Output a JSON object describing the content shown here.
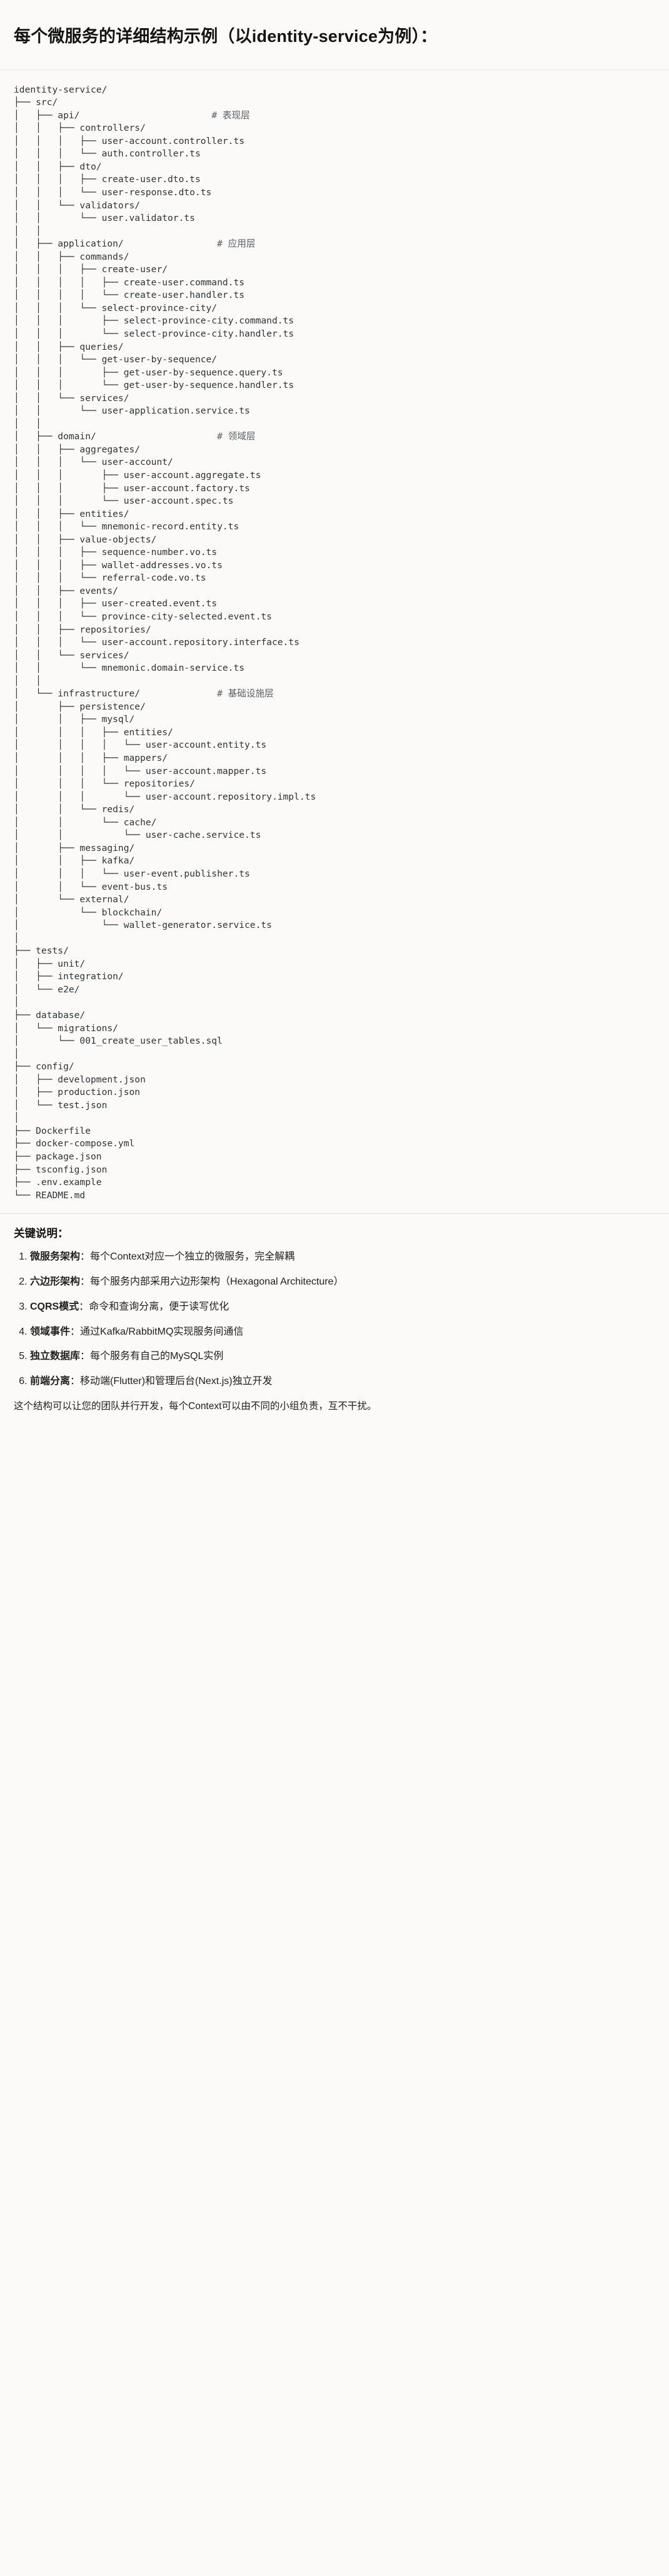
{
  "header": {
    "title": "每个微服务的详细结构示例（以identity-service为例）："
  },
  "tree": {
    "root": "identity-service/",
    "lines": [
      "identity-service/",
      "├── src/",
      "│   ├── api/                        # 表现层",
      "│   │   ├── controllers/",
      "│   │   │   ├── user-account.controller.ts",
      "│   │   │   └── auth.controller.ts",
      "│   │   ├── dto/",
      "│   │   │   ├── create-user.dto.ts",
      "│   │   │   └── user-response.dto.ts",
      "│   │   └── validators/",
      "│   │       └── user.validator.ts",
      "│   │",
      "│   ├── application/                 # 应用层",
      "│   │   ├── commands/",
      "│   │   │   ├── create-user/",
      "│   │   │   │   ├── create-user.command.ts",
      "│   │   │   │   └── create-user.handler.ts",
      "│   │   │   └── select-province-city/",
      "│   │   │       ├── select-province-city.command.ts",
      "│   │   │       └── select-province-city.handler.ts",
      "│   │   ├── queries/",
      "│   │   │   └── get-user-by-sequence/",
      "│   │   │       ├── get-user-by-sequence.query.ts",
      "│   │   │       └── get-user-by-sequence.handler.ts",
      "│   │   └── services/",
      "│   │       └── user-application.service.ts",
      "│   │",
      "│   ├── domain/                      # 领域层",
      "│   │   ├── aggregates/",
      "│   │   │   └── user-account/",
      "│   │   │       ├── user-account.aggregate.ts",
      "│   │   │       ├── user-account.factory.ts",
      "│   │   │       └── user-account.spec.ts",
      "│   │   ├── entities/",
      "│   │   │   └── mnemonic-record.entity.ts",
      "│   │   ├── value-objects/",
      "│   │   │   ├── sequence-number.vo.ts",
      "│   │   │   ├── wallet-addresses.vo.ts",
      "│   │   │   └── referral-code.vo.ts",
      "│   │   ├── events/",
      "│   │   │   ├── user-created.event.ts",
      "│   │   │   └── province-city-selected.event.ts",
      "│   │   ├── repositories/",
      "│   │   │   └── user-account.repository.interface.ts",
      "│   │   └── services/",
      "│   │       └── mnemonic.domain-service.ts",
      "│   │",
      "│   └── infrastructure/              # 基础设施层",
      "│       ├── persistence/",
      "│       │   ├── mysql/",
      "│       │   │   ├── entities/",
      "│       │   │   │   └── user-account.entity.ts",
      "│       │   │   ├── mappers/",
      "│       │   │   │   └── user-account.mapper.ts",
      "│       │   │   └── repositories/",
      "│       │   │       └── user-account.repository.impl.ts",
      "│       │   └── redis/",
      "│       │       └── cache/",
      "│       │           └── user-cache.service.ts",
      "│       ├── messaging/",
      "│       │   ├── kafka/",
      "│       │   │   └── user-event.publisher.ts",
      "│       │   └── event-bus.ts",
      "│       └── external/",
      "│           └── blockchain/",
      "│               └── wallet-generator.service.ts",
      "│",
      "├── tests/",
      "│   ├── unit/",
      "│   ├── integration/",
      "│   └── e2e/",
      "│",
      "├── database/",
      "│   └── migrations/",
      "│       └── 001_create_user_tables.sql",
      "│",
      "├── config/",
      "│   ├── development.json",
      "│   ├── production.json",
      "│   └── test.json",
      "│",
      "├── Dockerfile",
      "├── docker-compose.yml",
      "├── package.json",
      "├── tsconfig.json",
      "├── .env.example",
      "└── README.md"
    ]
  },
  "notes": {
    "title": "关键说明：",
    "items": [
      {
        "label": "微服务架构",
        "text": "：每个Context对应一个独立的微服务，完全解耦"
      },
      {
        "label": "六边形架构",
        "text": "：每个服务内部采用六边形架构（Hexagonal Architecture）"
      },
      {
        "label": "CQRS模式",
        "text": "：命令和查询分离，便于读写优化"
      },
      {
        "label": "领域事件",
        "text": "：通过Kafka/RabbitMQ实现服务间通信"
      },
      {
        "label": "独立数据库",
        "text": "：每个服务有自己的MySQL实例"
      },
      {
        "label": "前端分离",
        "text": "：移动端(Flutter)和管理后台(Next.js)独立开发"
      }
    ],
    "closing": "这个结构可以让您的团队并行开发，每个Context可以由不同的小组负责，互不干扰。"
  },
  "colors": {
    "background": "#FBFAF8",
    "text": "#1a1a1a",
    "code_text": "#2f3437",
    "comment": "#5a6066",
    "rule": "#e6e4e0"
  }
}
